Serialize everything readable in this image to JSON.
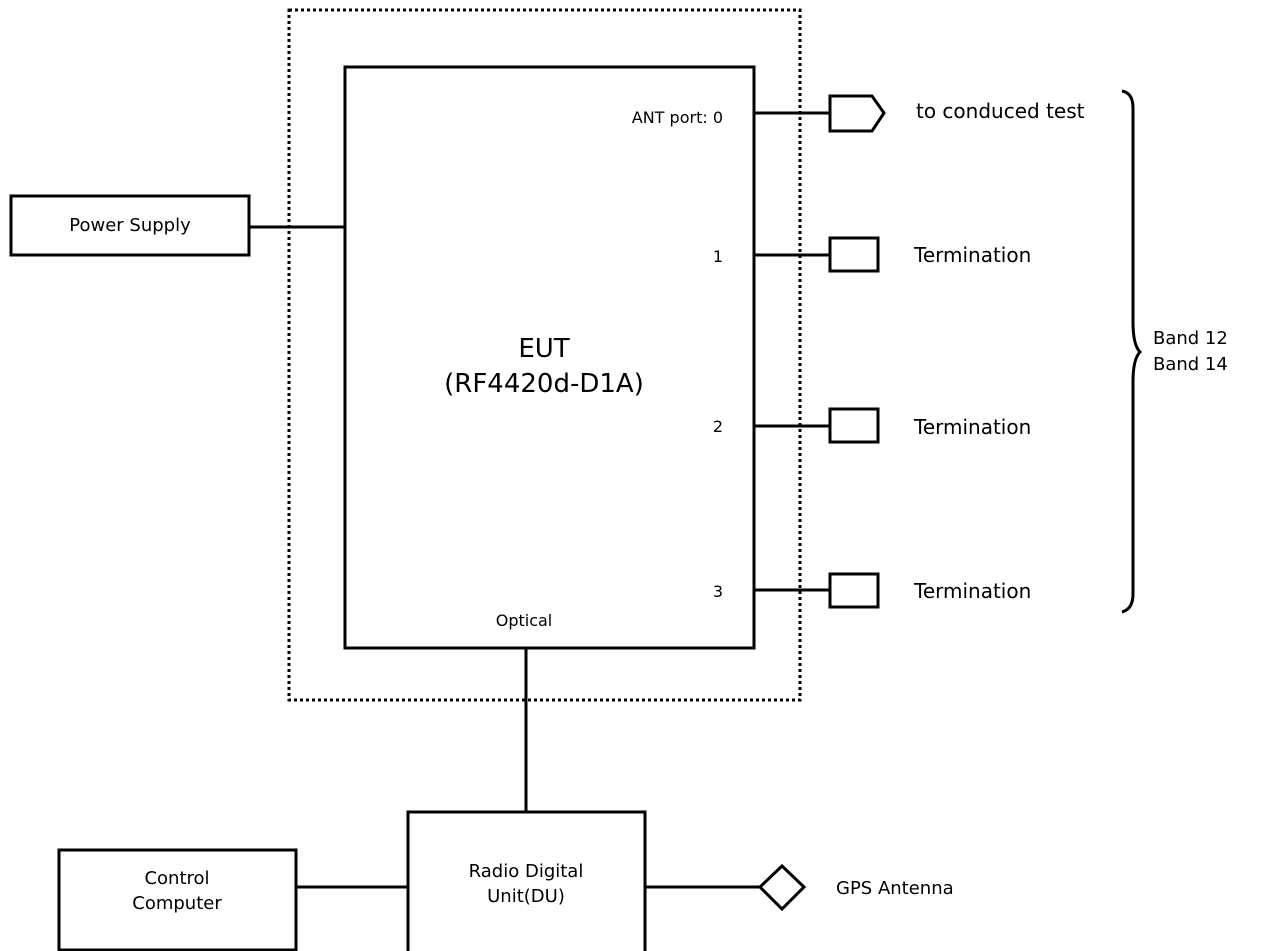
{
  "eut": {
    "title": "EUT",
    "model": "(RF4420d-D1A)"
  },
  "ports": {
    "port0": "ANT port: 0",
    "port1": "1",
    "port2": "2",
    "port3": "3",
    "optical": "Optical"
  },
  "power_supply": "Power Supply",
  "outputs": {
    "conducted": "to conduced test",
    "termination1": "Termination",
    "termination2": "Termination",
    "termination3": "Termination"
  },
  "bands": {
    "line1": "Band 12",
    "line2": "Band 14"
  },
  "du": {
    "line1": "Radio Digital",
    "line2": "Unit(DU)"
  },
  "control_computer": {
    "line1": "Control",
    "line2": "Computer"
  },
  "gps": "GPS Antenna"
}
